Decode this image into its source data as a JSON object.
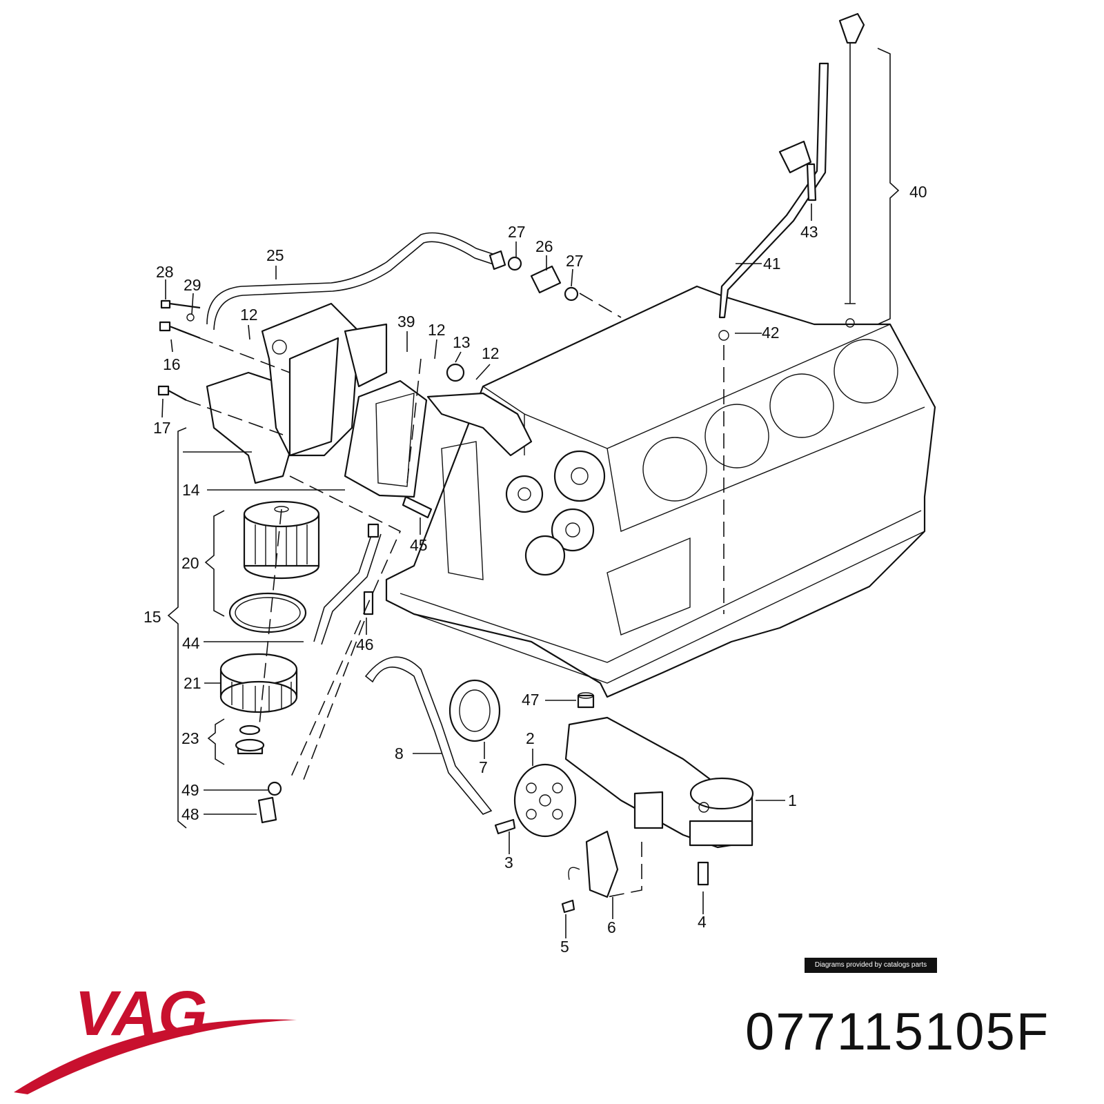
{
  "brand": {
    "logo_text": "VAG",
    "logo_color": "#c8102e"
  },
  "part_number": "077115105F",
  "credit": "Diagrams provided by catalogs parts",
  "callouts": [
    "1",
    "2",
    "3",
    "4",
    "5",
    "6",
    "7",
    "8",
    "12",
    "12",
    "12",
    "13",
    "14",
    "15",
    "16",
    "17",
    "20",
    "21",
    "23",
    "25",
    "26",
    "27",
    "27",
    "28",
    "29",
    "39",
    "40",
    "41",
    "42",
    "43",
    "44",
    "45",
    "46",
    "47",
    "48",
    "49"
  ]
}
